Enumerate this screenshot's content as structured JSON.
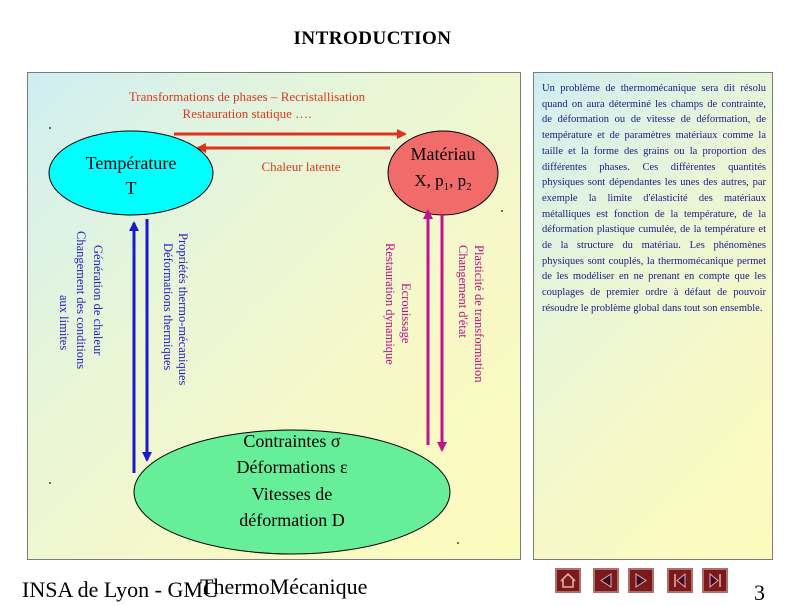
{
  "slide": {
    "title": "INTRODUCTION",
    "page_number": "3"
  },
  "diagram": {
    "top_label_line1": "Transformations de phases – Recristallisation",
    "top_label_line2": "Restauration statique ….",
    "middle_label": "Chaleur latente",
    "temperature": {
      "line1": "Température",
      "line2": "T"
    },
    "materiau": {
      "line1": "Matériau",
      "line2_parts": [
        "X, p",
        "1",
        ", p",
        "2"
      ]
    },
    "contraintes": {
      "line1": "Contraintes σ",
      "line2": "Déformations ε",
      "line3": "Vitesses de",
      "line4": "déformation D"
    },
    "left_vertical_outer": [
      "Génération de chaleur",
      "Changement des conditions",
      "aux limites"
    ],
    "left_vertical_inner": [
      "Propriétés thermo-mécaniques",
      "Déformations thermiques"
    ],
    "right_vertical_inner": [
      "Ecrouissage",
      "Restauration dynamique"
    ],
    "right_vertical_outer": [
      "Plasticité de transformation",
      "Changement d'état"
    ],
    "colors": {
      "temperature_fill": "#00ffff",
      "materiau_fill": "#f26b6b",
      "contraintes_fill": "#66ee99",
      "arrow_red": "#e0311c",
      "arrow_blue": "#1a1acc",
      "arrow_magenta": "#c0148a",
      "label_red": "#dc3a1e",
      "label_blue": "#2222cc",
      "label_magenta": "#bb1188"
    }
  },
  "sidebar_text": "Un problème de thermomécanique sera dit résolu quand on aura déterminé les champs de contrainte, de déformation ou de vitesse de déformation, de température et de paramètres matériaux comme la taille et la forme des grains ou la proportion des différentes phases. Ces différentes quantités physiques sont dépendantes les unes des autres, par exemple la limite d'élasticité des matériaux métalliques est fonction de la température, de la déformation plastique cumulée, de la température et de la structure du matériau. Les phénomènes physiques sont couplés, la thermomécanique permet de les modéliser en ne prenant en compte que les couplages de premier ordre à défaut de pouvoir résoudre le problème global dans tout son ensemble.",
  "footer": {
    "left": "INSA de Lyon - GMC",
    "center": "ThermoMécanique"
  },
  "nav_buttons": [
    "home-icon",
    "first-slide-icon",
    "next-slide-icon",
    "previous-slide-icon",
    "last-slide-icon"
  ]
}
